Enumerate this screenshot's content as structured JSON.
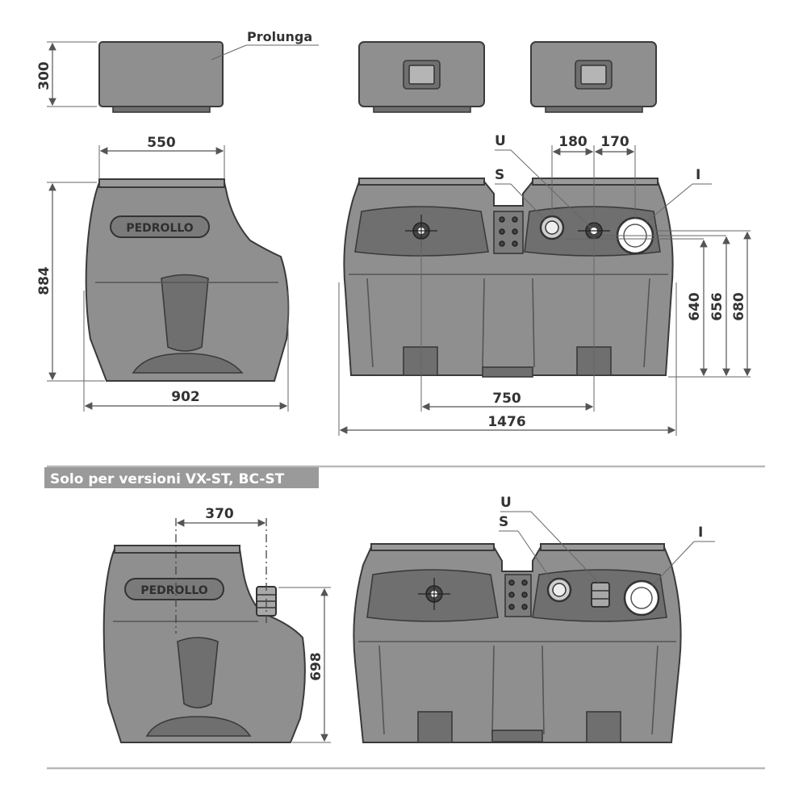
{
  "labels": {
    "prolunga": "Prolunga",
    "section_banner": "Solo per versioni VX-ST, BC-ST",
    "u": "U",
    "s": "S",
    "i": "I",
    "u2": "U",
    "s2": "S",
    "i2": "I"
  },
  "dimensions": {
    "extension_height": "300",
    "side_width_top": "550",
    "side_height": "884",
    "side_depth": "902",
    "spacing_180": "180",
    "spacing_170": "170",
    "height_640": "640",
    "height_656": "656",
    "height_680": "680",
    "inlet_spacing": "750",
    "total_width": "1476",
    "vx_offset": "370",
    "vx_height": "698"
  },
  "branding": {
    "logo_text": "PEDROLLO"
  },
  "colors": {
    "tank_body": "#8f8f8f",
    "outline": "#3a3a3a",
    "banner": "#9a9a9a",
    "text": "#333333"
  }
}
